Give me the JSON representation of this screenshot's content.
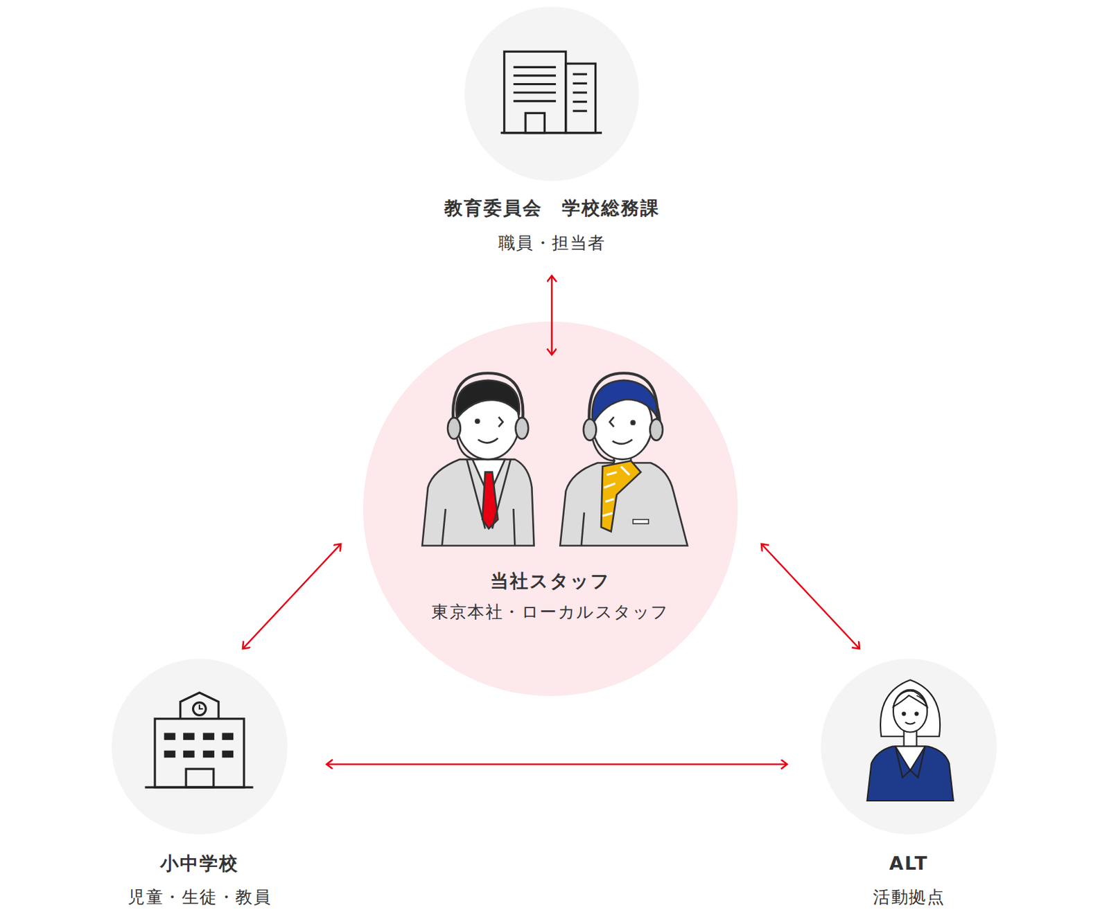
{
  "diagram": {
    "nodes": [
      {
        "text": [
          "教育委員会　学校総務課",
          "職員・担当者"
        ]
      },
      {
        "text": [
          "当社スタッフ",
          "東京本社・ローカルスタッフ"
        ]
      },
      {
        "text": [
          "小中学校",
          "児童・生徒・教員"
        ]
      },
      {
        "text": [
          "ALT",
          "活動拠点"
        ]
      }
    ],
    "edges": [
      {
        "from": 0,
        "to": 1,
        "arrow": "both"
      },
      {
        "from": 1,
        "to": 2,
        "arrow": "both"
      },
      {
        "from": 1,
        "to": 3,
        "arrow": "both"
      },
      {
        "from": 2,
        "to": 3,
        "arrow": "both"
      }
    ]
  }
}
